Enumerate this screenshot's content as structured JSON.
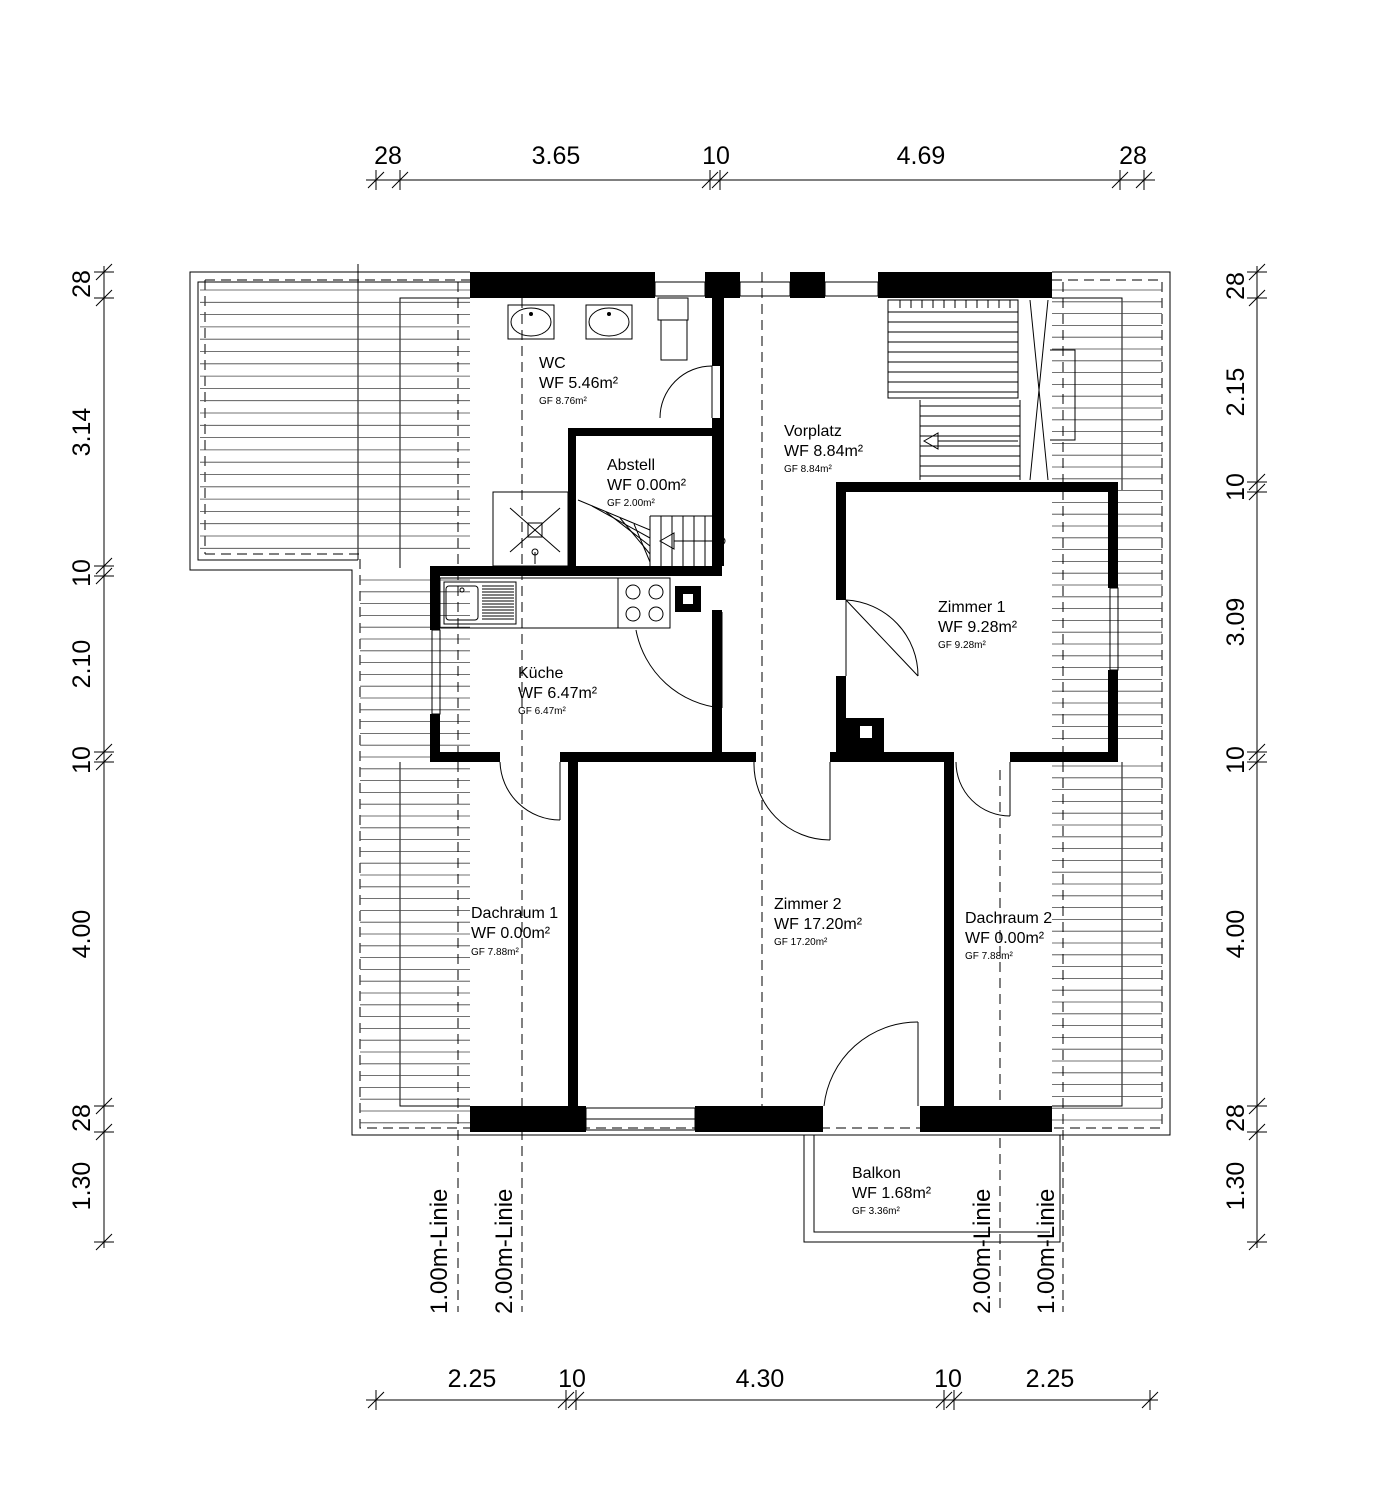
{
  "dimensions": {
    "top": [
      "28",
      "3.65",
      "10",
      "4.69",
      "28"
    ],
    "bottom": [
      "2.25",
      "10",
      "4.30",
      "10",
      "2.25"
    ],
    "left": [
      "28",
      "3.14",
      "10",
      "2.10",
      "10",
      "4.00",
      "28",
      "1.30"
    ],
    "right": [
      "28",
      "2.15",
      "10",
      "3.09",
      "10",
      "4.00",
      "28",
      "1.30"
    ]
  },
  "rooms": {
    "wc": {
      "name": "WC",
      "wf": "WF 5.46m²",
      "gf": "GF 8.76m²"
    },
    "abstell": {
      "name": "Abstell",
      "wf": "WF 0.00m²",
      "gf": "GF 2.00m²"
    },
    "vorplatz": {
      "name": "Vorplatz",
      "wf": "WF 8.84m²",
      "gf": "GF 8.84m²"
    },
    "zimmer1": {
      "name": "Zimmer 1",
      "wf": "WF 9.28m²",
      "gf": "GF 9.28m²"
    },
    "kueche": {
      "name": "Küche",
      "wf": "WF 6.47m²",
      "gf": "GF 6.47m²"
    },
    "dachraum1": {
      "name": "Dachraum 1",
      "wf": "WF 0.00m²",
      "gf": "GF 7.88m²"
    },
    "zimmer2": {
      "name": "Zimmer 2",
      "wf": "WF 17.20m²",
      "gf": "GF 17.20m²"
    },
    "dachraum2": {
      "name": "Dachraum 2",
      "wf": "WF 0.00m²",
      "gf": "GF 7.88m²"
    },
    "balkon": {
      "name": "Balkon",
      "wf": "WF 1.68m²",
      "gf": "GF 3.36m²"
    }
  },
  "height_lines": {
    "one_m": "1.00m-Linie",
    "two_m": "2.00m-Linie"
  }
}
